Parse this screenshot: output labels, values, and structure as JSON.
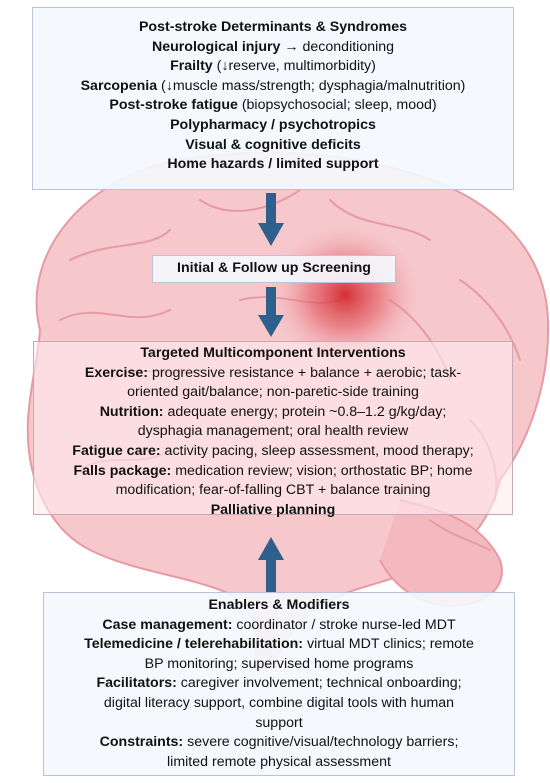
{
  "colors": {
    "box_border": "#b9c3dc",
    "box_fill": "#f4f7fc",
    "brain_fill": "#f6c8cc",
    "brain_stroke": "#e79aa3",
    "lesion": "#d2282e",
    "arrow": "#2f5f8c"
  },
  "determinants": {
    "title": "Post-stroke Determinants & Syndromes",
    "items": [
      {
        "bold": "Neurological injury",
        "rest": " → deconditioning"
      },
      {
        "bold": "Frailty",
        "rest": " (↓reserve, multimorbidity)"
      },
      {
        "bold": "Sarcopenia",
        "rest": " (↓muscle mass/strength; dysphagia/malnutrition)"
      },
      {
        "bold": "Post-stroke fatigue",
        "rest": " (biopsychosocial; sleep, mood)"
      },
      {
        "bold": "Polypharmacy / psychotropics",
        "rest": ""
      },
      {
        "bold": "Visual & cognitive deficits",
        "rest": ""
      },
      {
        "bold": "Home hazards / limited support",
        "rest": ""
      }
    ]
  },
  "screening": {
    "label": "Initial & Follow up Screening"
  },
  "interventions": {
    "title": "Targeted Multicomponent Interventions",
    "exercise": {
      "label": "Exercise:",
      "text1": " progressive resistance + balance + aerobic;  task-",
      "text2": "oriented gait/balance; non-paretic-side training"
    },
    "nutrition": {
      "label": "Nutrition:",
      "text1": " adequate energy; protein ~0.8–1.2 g/kg/day;",
      "text2": "dysphagia management; oral health review"
    },
    "fatigue": {
      "label": "Fatigue care:",
      "text1": " activity pacing, sleep assessment, mood therapy;"
    },
    "falls": {
      "label": "Falls package:",
      "text1": " medication review; vision; orthostatic BP;  home",
      "text2": "modification; fear-of-falling CBT + balance training"
    },
    "palliative": "Palliative planning"
  },
  "enablers": {
    "title": "Enablers & Modifiers",
    "case": {
      "label": "Case management:",
      "text1": " coordinator / stroke nurse-led MDT"
    },
    "telemed": {
      "label": "Telemedicine / telerehabilitation:",
      "text1": " virtual MDT clinics;  remote",
      "text2": "BP monitoring; supervised home programs"
    },
    "facilitators": {
      "label": "Facilitators:",
      "text1": " caregiver involvement; technical onboarding;",
      "text2": "digital literacy support, combine digital tools with human",
      "text3": "support"
    },
    "constraints": {
      "label": "Constraints:",
      "text1": " severe cognitive/visual/technology barriers;",
      "text2": "limited remote physical assessment"
    }
  }
}
